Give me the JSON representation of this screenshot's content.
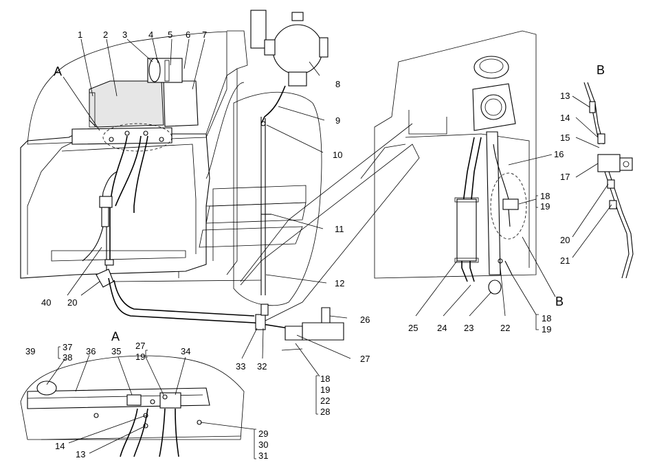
{
  "view_titles": {
    "detail_a_pointer": "A",
    "detail_a_title": "A",
    "view_b_title": "B",
    "view_b_pointer": "B"
  },
  "callouts": {
    "c1": "1",
    "c2": "2",
    "c3": "3",
    "c4": "4",
    "c5": "5",
    "c6": "6",
    "c7": "7",
    "c8": "8",
    "c9": "9",
    "c10": "10",
    "c11": "11",
    "c12": "12",
    "c20_left": "20",
    "c40": "40",
    "c26": "26",
    "c27_main": "27",
    "c32": "32",
    "c33": "33",
    "g_main_18": "18",
    "g_main_19": "19",
    "g_main_22": "22",
    "g_main_28": "28",
    "c16": "16",
    "g_r_18": "18",
    "g_r_19": "19",
    "c25": "25",
    "c24": "24",
    "c23": "23",
    "c22": "22",
    "g_b_18": "18",
    "g_b_19": "19",
    "c13_b": "13",
    "c14_b": "14",
    "c15": "15",
    "c17": "17",
    "c20_b": "20",
    "c21": "21",
    "c39": "39",
    "c37": "37",
    "c38": "38",
    "c36": "36",
    "c35": "35",
    "c27_a": "27",
    "c19_a": "19",
    "c34": "34",
    "c14_a": "14",
    "c13_a": "13",
    "g_a_29": "29",
    "g_a_30": "30",
    "g_a_31": "31"
  }
}
